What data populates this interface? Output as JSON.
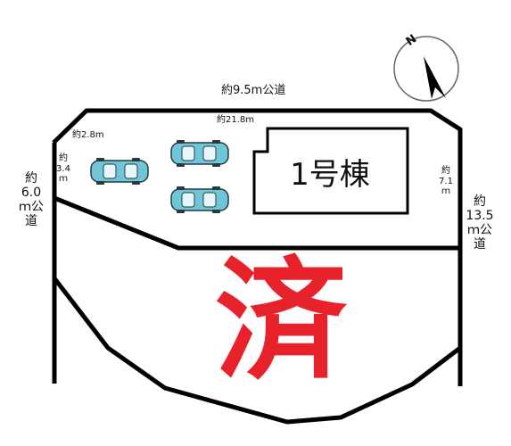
{
  "compass": {
    "north_label": "N",
    "icon": "north-arrow-icon"
  },
  "roads": {
    "top": "約9.5m公道",
    "left": "約\n6.0\nｍ公\n道",
    "right": "約\n13.5\nｍ公\n道"
  },
  "dimensions": {
    "width_top": "約21.8m",
    "west_top": "約2.8m",
    "west_side": "約\n3.4\nｍ",
    "east_side": "約\n7.1\nｍ"
  },
  "building": {
    "label": "1号棟"
  },
  "sold_lot": {
    "label": "済"
  },
  "parking": {
    "icon": "car-icon",
    "count": 3
  },
  "colors": {
    "car_body": "#6ec6d8",
    "sold_mark": "#e8222b",
    "lines": "#000000"
  }
}
